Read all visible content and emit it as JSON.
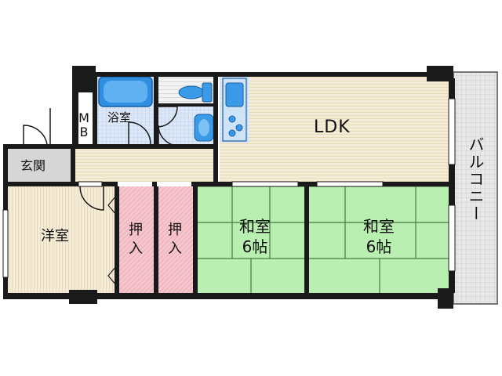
{
  "rooms": {
    "ldk": "LDK",
    "bath": "浴室",
    "mb_line1": "M",
    "mb_line2": "B",
    "entrance": "玄関",
    "western": "洋室",
    "closet1_line1": "押",
    "closet1_line2": "入",
    "closet2_line1": "押",
    "closet2_line2": "入",
    "washitsu1_line1": "和室",
    "washitsu1_line2": "6帖",
    "washitsu2_line1": "和室",
    "washitsu2_line2": "6帖",
    "balcony": "バルコニー"
  },
  "colors": {
    "wall": "#1a1a1a",
    "ldk_floor": "#f4ecd6",
    "western_floor": "#f4ecd6",
    "hall_floor": "#f4ecd6",
    "tatami": "#b9efb0",
    "tatami_line": "#4a7a45",
    "closet": "#f6c6cf",
    "bath_floor": "#dce8f7",
    "bathtub": "#2f8fe0",
    "entrance_floor": "#d6d6d6",
    "balcony": "#e6e6e6"
  }
}
